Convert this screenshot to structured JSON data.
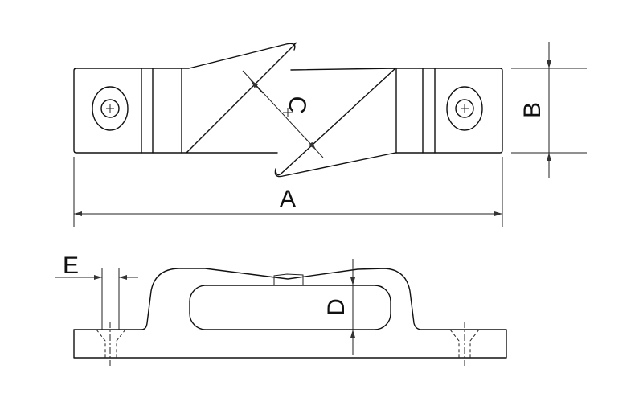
{
  "drawing": {
    "dimensions": {
      "a": "A",
      "b": "B",
      "c": "C",
      "d": "D",
      "e": "E"
    },
    "colors": {
      "line": "#111111",
      "background": "#ffffff"
    }
  }
}
